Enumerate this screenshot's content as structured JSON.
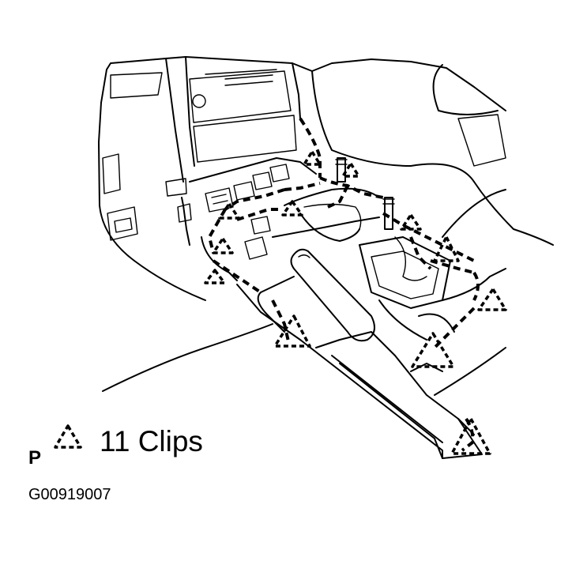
{
  "legend": {
    "letter": "P",
    "icon": "dashed-triangle-clip-icon",
    "text": "11 Clips"
  },
  "figure_id": "G00919007"
}
